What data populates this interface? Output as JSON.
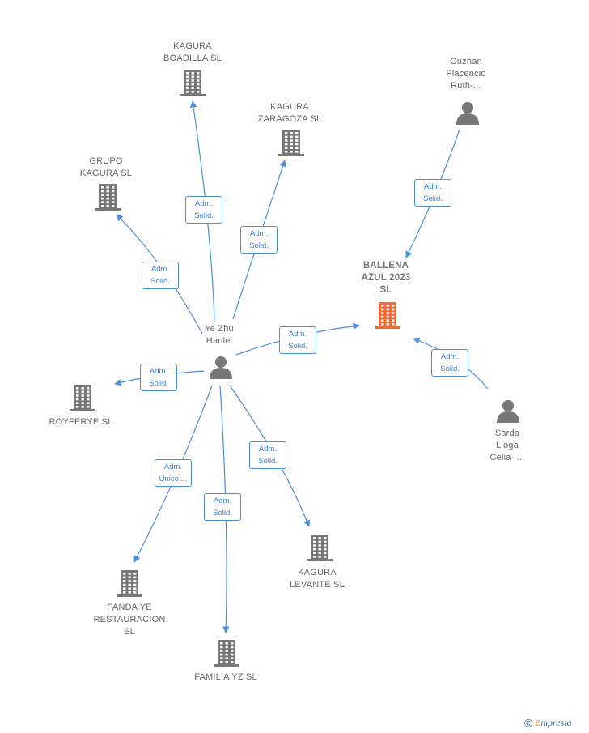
{
  "nodes": [
    {
      "id": "boadilla",
      "label": "KAGURA\nBOADILLA  SL",
      "type": "company"
    },
    {
      "id": "zaragoza",
      "label": "KAGURA\nZARAGOZA  SL",
      "type": "company"
    },
    {
      "id": "grupo",
      "label": "GRUPO\nKAGURA  SL",
      "type": "company"
    },
    {
      "id": "ouzhan",
      "label": "Ouzñan\nPlacencio\nRuth-...",
      "type": "person"
    },
    {
      "id": "ballena",
      "label": "BALLENA\nAZUL 2023\nSL",
      "type": "company-main"
    },
    {
      "id": "yezhu",
      "label": "Ye Zhu\nHanlei",
      "type": "person"
    },
    {
      "id": "royferye",
      "label": "ROYFERYE  SL",
      "type": "company"
    },
    {
      "id": "sarda",
      "label": "Sarda\nLloga\nCelia- ...",
      "type": "person"
    },
    {
      "id": "levante",
      "label": "KAGURA\nLEVANTE  SL",
      "type": "company"
    },
    {
      "id": "panda",
      "label": "PANDA YE\nRESTAURACION\nSL",
      "type": "company"
    },
    {
      "id": "familia",
      "label": "FAMILIA YZ  SL",
      "type": "company"
    }
  ],
  "edges": [
    {
      "from": "yezhu",
      "to": "boadilla",
      "label": "Adm.\nSolid."
    },
    {
      "from": "yezhu",
      "to": "zaragoza",
      "label": "Adm.\nSolid."
    },
    {
      "from": "yezhu",
      "to": "grupo",
      "label": "Adm.\nSolid."
    },
    {
      "from": "ouzhan",
      "to": "ballena",
      "label": "Adm.\nSolid."
    },
    {
      "from": "yezhu",
      "to": "ballena",
      "label": "Adm.\nSolid."
    },
    {
      "from": "sarda",
      "to": "ballena",
      "label": "Adm.\nSolid."
    },
    {
      "from": "yezhu",
      "to": "royferye",
      "label": "Adm.\nSolid."
    },
    {
      "from": "yezhu",
      "to": "levante",
      "label": "Adm.\nSolid."
    },
    {
      "from": "yezhu",
      "to": "panda",
      "label": "Adm.\nUnico,..."
    },
    {
      "from": "yezhu",
      "to": "familia",
      "label": "Adm.\nSolid."
    }
  ],
  "colors": {
    "edge": "#4a8fd9",
    "icon_default": "#777777",
    "icon_main": "#f26a33",
    "label_text": "#666666"
  },
  "footer": {
    "copyright_symbol": "©",
    "brand_initial": "e",
    "brand_rest": "mpresia"
  }
}
